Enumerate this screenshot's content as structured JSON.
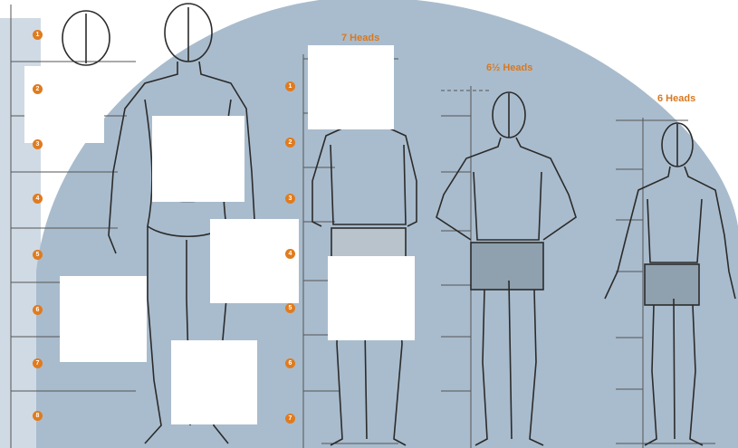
{
  "figures": [
    {
      "title": "",
      "badges": [
        "1",
        "2",
        "3",
        "4",
        "5",
        "6",
        "7",
        "8"
      ]
    },
    {
      "title": "7 Heads",
      "badges": [
        "1",
        "2",
        "3",
        "4",
        "5",
        "6",
        "7"
      ]
    },
    {
      "title": "6½ Heads",
      "badges": []
    },
    {
      "title": "6 Heads",
      "badges": []
    }
  ],
  "colors": {
    "background_arc": "#a9bccd",
    "accent": "#e07b1e",
    "ink": "#2b2b2b"
  }
}
